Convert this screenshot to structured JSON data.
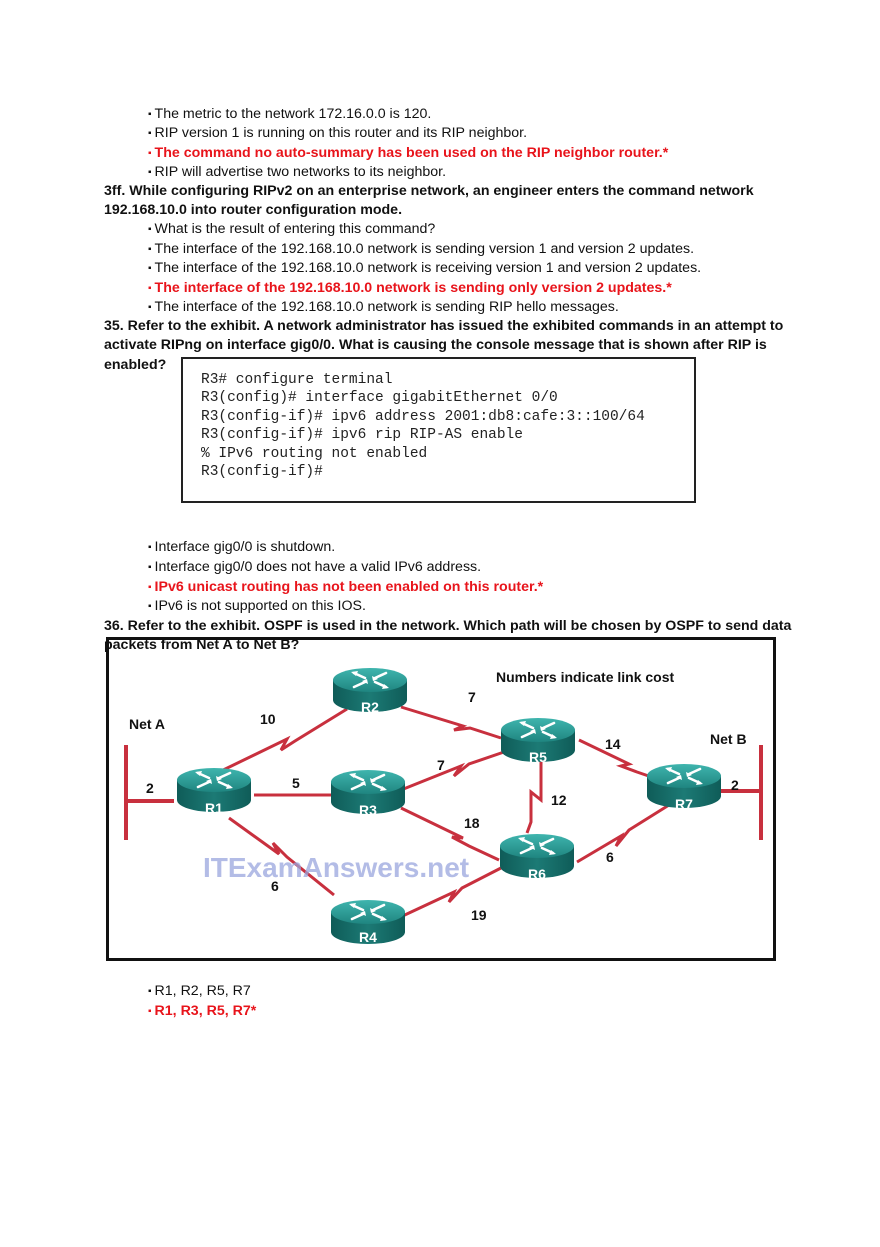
{
  "q34_options": [
    "The metric to the network 172.16.0.0 is 120.",
    "RIP version 1 is running on this router and its RIP neighbor.",
    "The command no auto-summary has been used on the RIP neighbor router.*",
    "RIP will advertise two networks to its neighbor."
  ],
  "q3ff": {
    "line1": "3ff. While configuring RIPv2 on an enterprise network, an engineer enters the command network",
    "line2": "192.168.10.0 into router configuration mode.",
    "options": [
      "What is the result of entering this command?",
      "The interface of the 192.168.10.0 network is sending version 1 and version 2 updates.",
      "The interface of the 192.168.10.0 network is receiving version 1 and version 2 updates.",
      "The interface of the 192.168.10.0 network is sending only version 2 updates.*",
      "The interface of the 192.168.10.0 network is sending RIP hello messages."
    ]
  },
  "q35": {
    "line1": "35. Refer to the exhibit. A network administrator has issued the exhibited commands in an attempt to",
    "line2": "activate RIPng on interface gig0/0. What is causing the console message that is shown after RIP is",
    "line3": "enabled?",
    "terminal": [
      "R3# configure terminal",
      "R3(config)# interface gigabitEthernet 0/0",
      "R3(config-if)# ipv6 address 2001:db8:cafe:3::100/64",
      "R3(config-if)# ipv6 rip RIP-AS enable",
      "% IPv6 routing not enabled",
      "R3(config-if)#"
    ],
    "options": [
      "Interface gig0/0 is shutdown.",
      "Interface gig0/0 does not have a valid IPv6 address.",
      "IPv6 unicast routing has not been enabled on this router.*",
      "IPv6 is not supported on this IOS."
    ]
  },
  "q36": {
    "line1": "36. Refer to the exhibit. OSPF is used in the network. Which path will be chosen by OSPF to send data",
    "line2": "packets from Net A to Net B?",
    "diagram": {
      "caption": "Numbers indicate link cost",
      "watermark": "ITExamAnswers.net",
      "net_a": "Net A",
      "net_b": "Net B",
      "routers": [
        "R1",
        "R2",
        "R3",
        "R4",
        "R5",
        "R6",
        "R7"
      ],
      "costs": {
        "neta_r1": "2",
        "r1_r2": "10",
        "r1_r3": "5",
        "r1_r4": "6",
        "r2_r5": "7",
        "r3_r5": "7",
        "r3_r6": "18",
        "r4_r6": "19",
        "r5_r6": "12",
        "r5_r7": "14",
        "r6_r7": "6",
        "r7_netb": "2"
      },
      "colors": {
        "link": "#cc3344",
        "router_top": "#2f9e98",
        "router_body": "#17706c"
      }
    },
    "options": [
      "R1, R2, R5, R7",
      "R1, R3, R5, R7*"
    ]
  }
}
